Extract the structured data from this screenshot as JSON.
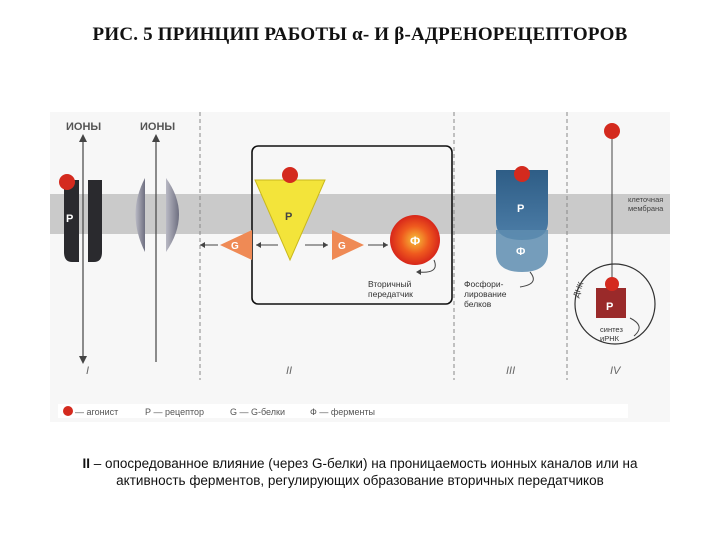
{
  "title": "РИС. 5 ПРИНЦИП РАБОТЫ α- И β-АДРЕНОРЕЦЕПТОРОВ",
  "figure": {
    "label_ions_1": "ИОНЫ",
    "label_ions_2": "ИОНЫ",
    "receptor_letter": "Р",
    "g_protein_letter": "G",
    "enzyme_letter": "Ф",
    "membrane_label_1": "клеточная",
    "membrane_label_2": "мембрана",
    "second_messenger_1": "Вторичный",
    "second_messenger_2": "передатчик",
    "phosph_1": "Фосфори-",
    "phosph_2": "лирование",
    "phosph_3": "белков",
    "dna_label": "ДНК",
    "mrna_1": "синтез",
    "mrna_2": "иРНК",
    "section_1": "I",
    "section_2": "II",
    "section_3": "III",
    "section_4": "IV"
  },
  "legend": {
    "agonist": "— агонист",
    "receptor": "Р — рецептор",
    "gprotein": "G — G-белки",
    "enzymes": "Ф — ферменты"
  },
  "caption": {
    "roman": "II",
    "text": " – опосредованное влияние (через G-белки) на проницаемость ионных каналов или на активность ферментов, регулирующих образование вторичных передатчиков"
  },
  "colors": {
    "agonist": "#d42a1e",
    "receptor_dark": "#2a2a2e",
    "receptor_yellow": "#f3e43a",
    "g_protein": "#ef8a55",
    "membrane": "#c9c9c9",
    "receptor_blue": "#2f5f86"
  }
}
